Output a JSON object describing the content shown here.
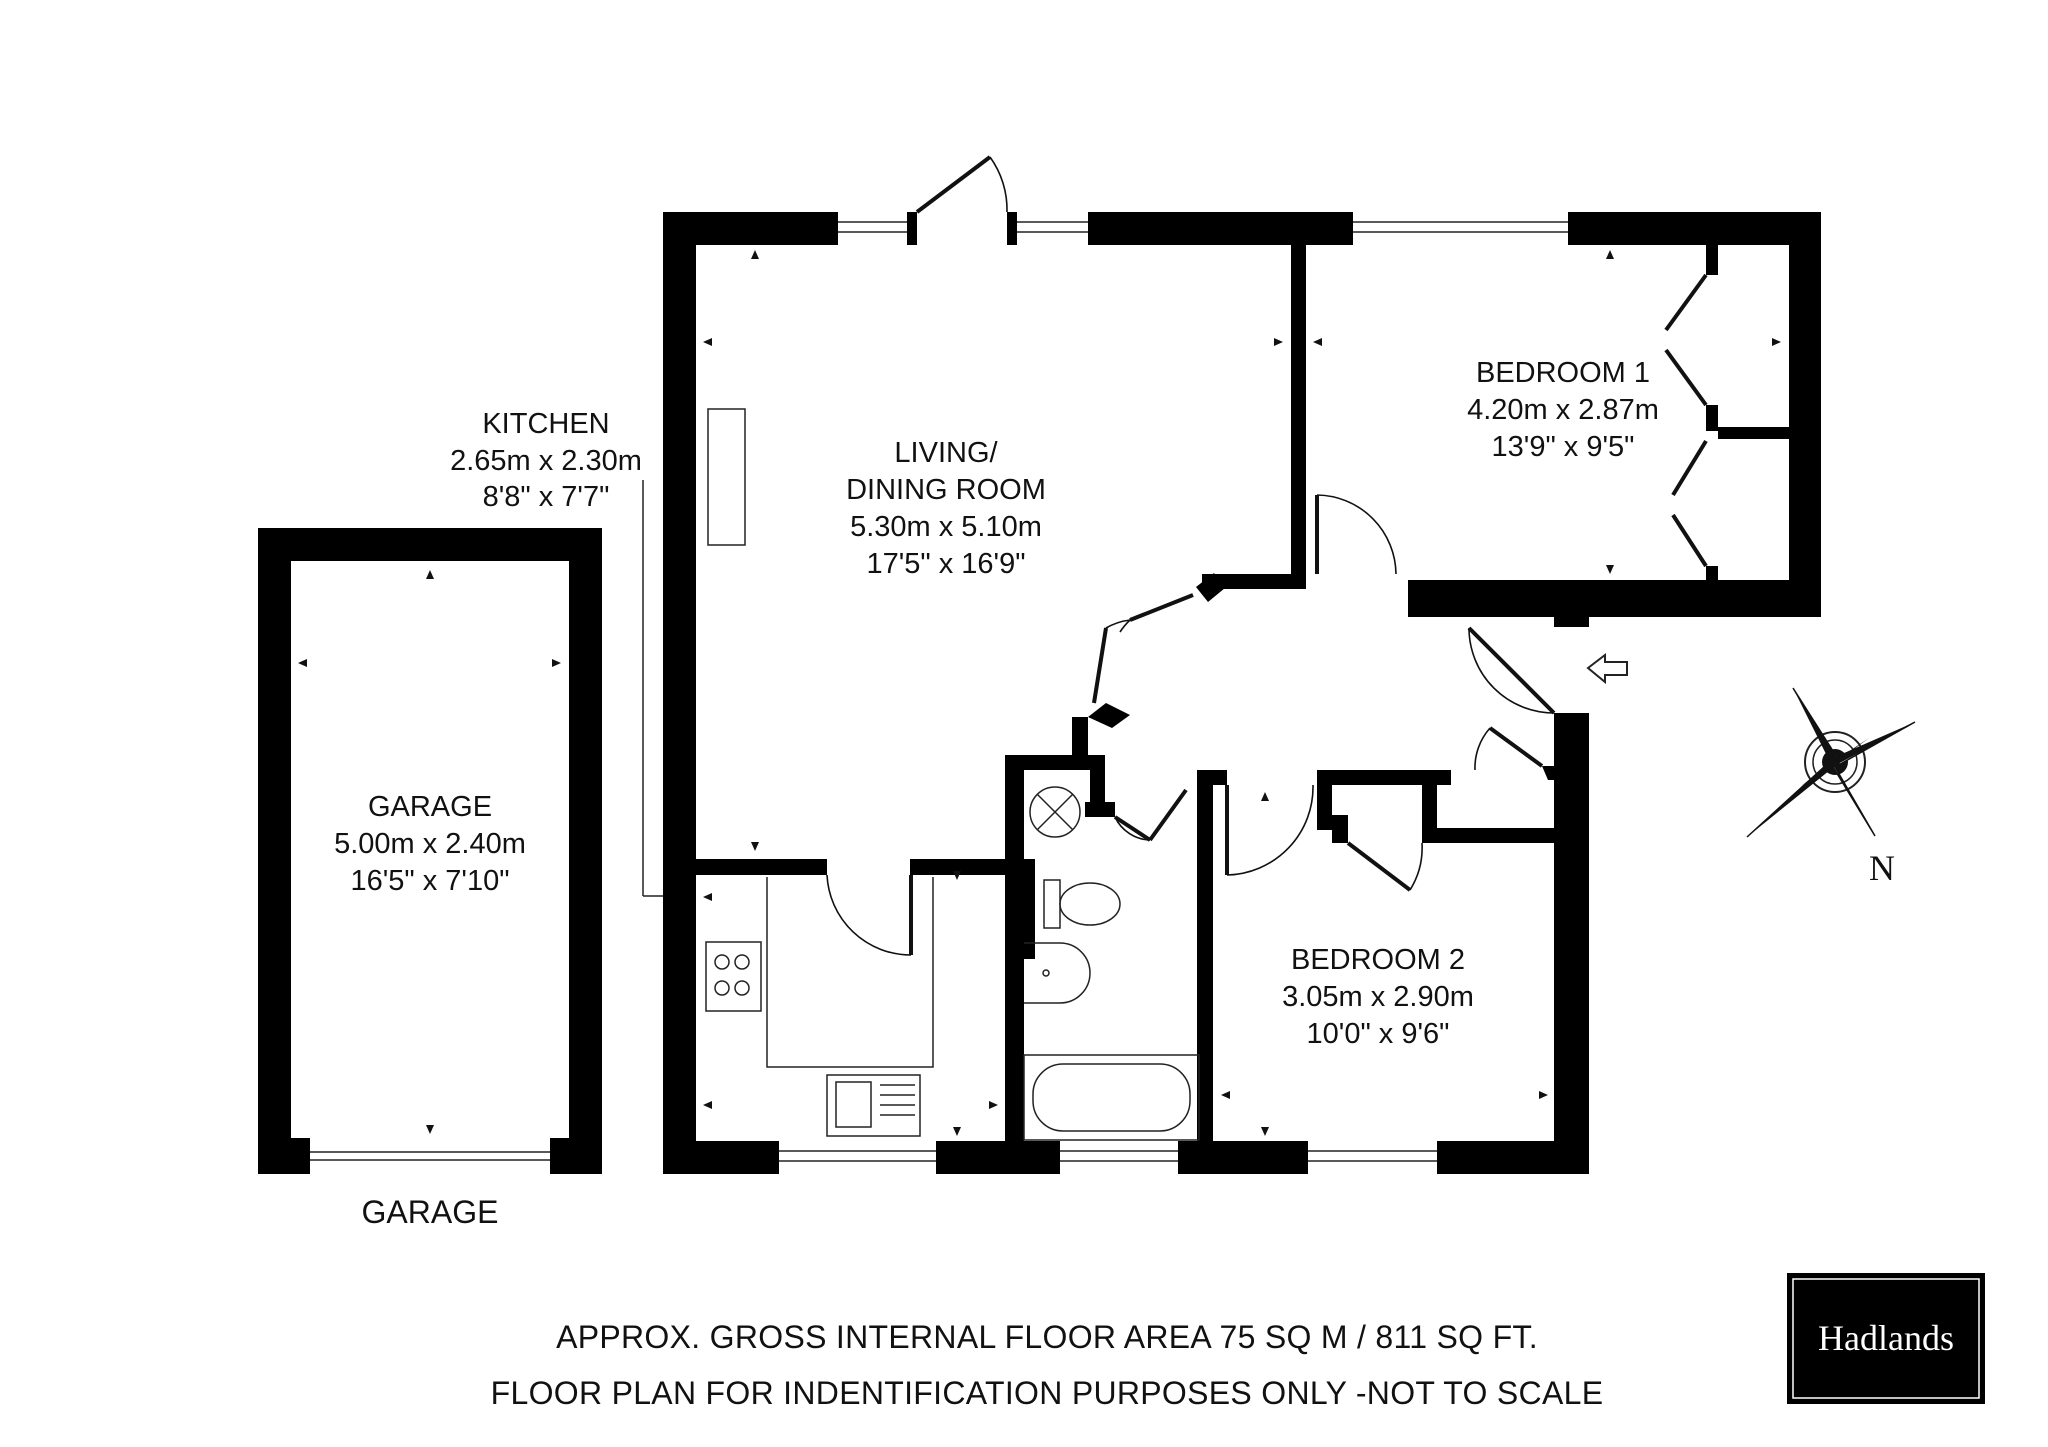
{
  "rooms": {
    "kitchen": {
      "name": "KITCHEN",
      "metric": "2.65m x 2.30m",
      "imperial": "8'8\" x 7'7\""
    },
    "living": {
      "name_line1": "LIVING/",
      "name_line2": "DINING ROOM",
      "metric": "5.30m x 5.10m",
      "imperial": "17'5\" x 16'9\""
    },
    "bedroom1": {
      "name": "BEDROOM 1",
      "metric": "4.20m x 2.87m",
      "imperial": "13'9\" x 9'5\""
    },
    "bedroom2": {
      "name": "BEDROOM 2",
      "metric": "3.05m x 2.90m",
      "imperial": "10'0\" x 9'6\""
    },
    "garage": {
      "name": "GARAGE",
      "metric": "5.00m x 2.40m",
      "imperial": "16'5\" x 7'10\""
    }
  },
  "garage_caption": "GARAGE",
  "footer": {
    "area": "APPROX. GROSS INTERNAL FLOOR AREA  75 SQ M / 811 SQ FT.",
    "disclaimer": "FLOOR PLAN FOR INDENTIFICATION PURPOSES ONLY -NOT TO SCALE"
  },
  "compass": {
    "north_label": "N"
  },
  "brand": {
    "name": "Hadlands"
  },
  "colors": {
    "wall": "#000000",
    "background": "#ffffff",
    "brand_box": "#000000",
    "brand_text": "#ffffff"
  }
}
